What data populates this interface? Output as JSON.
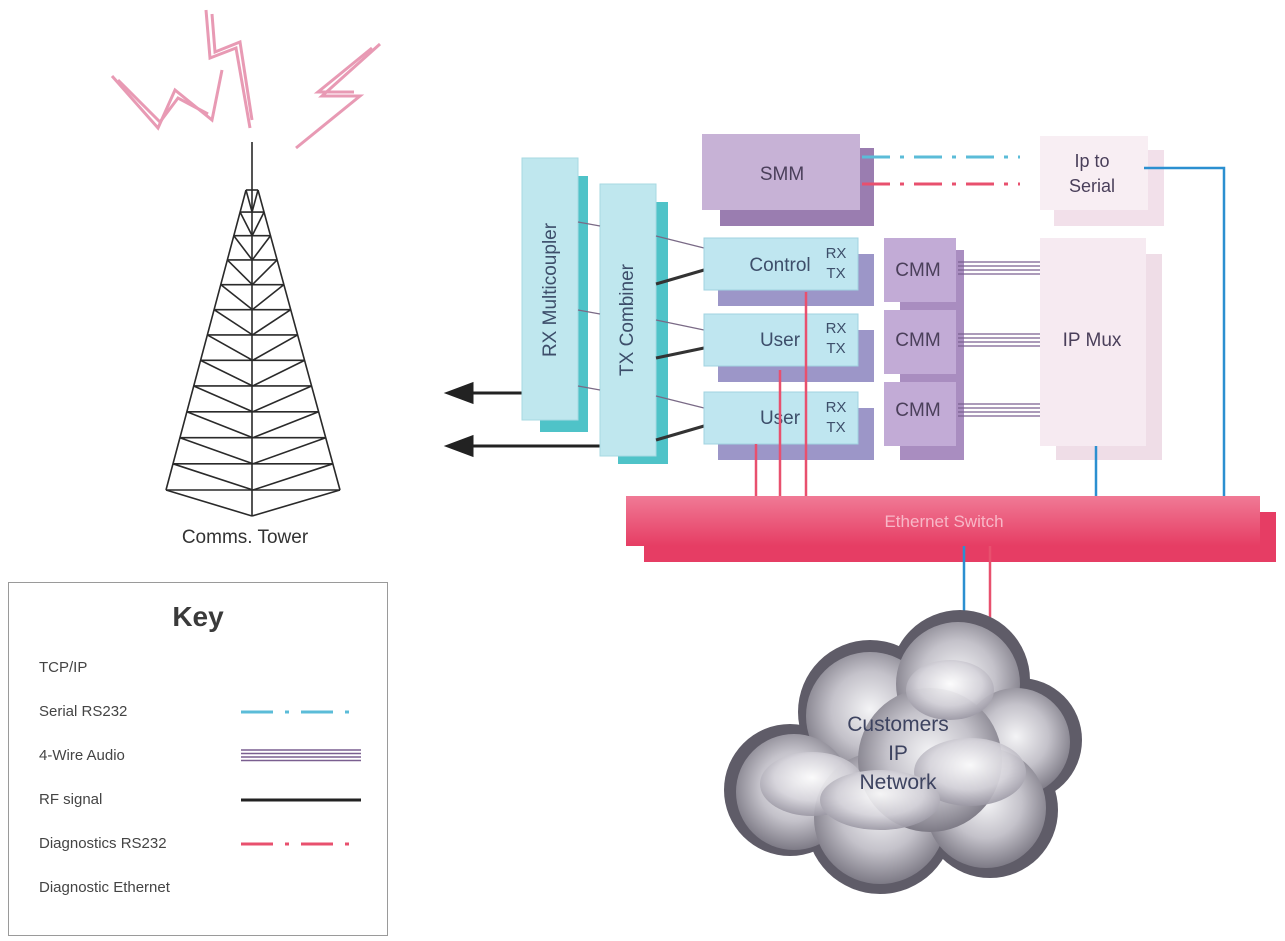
{
  "tower": {
    "label": "Comms. Tower"
  },
  "rack": {
    "rx_multicoupler": "RX Multicoupler",
    "tx_combiner": "TX Combiner",
    "smm": "SMM",
    "ip_to_serial": [
      "Ip to",
      "Serial"
    ],
    "radios": [
      {
        "name": "Control",
        "rx": "RX",
        "tx": "TX"
      },
      {
        "name": "User",
        "rx": "RX",
        "tx": "TX"
      },
      {
        "name": "User",
        "rx": "RX",
        "tx": "TX"
      }
    ],
    "cmm": [
      "CMM",
      "CMM",
      "CMM"
    ],
    "ip_mux": "IP Mux",
    "ethernet_switch": "Ethernet Switch"
  },
  "cloud": {
    "lines": [
      "Customers",
      "IP",
      "Network"
    ]
  },
  "key": {
    "title": "Key",
    "items": [
      {
        "label": "TCP/IP",
        "style": "none"
      },
      {
        "label": "Serial RS232",
        "style": "dash-dot",
        "color": "#5bbcd8"
      },
      {
        "label": "4-Wire Audio",
        "style": "multi",
        "color": "#7a5f90"
      },
      {
        "label": "RF signal",
        "style": "solid",
        "color": "#222222"
      },
      {
        "label": "Diagnostics RS232",
        "style": "dash-dot",
        "color": "#e8506e"
      },
      {
        "label": "Diagnostic Ethernet",
        "style": "none"
      }
    ]
  },
  "colors": {
    "lightning": "#e89ab4",
    "tower": "#2a2a2a",
    "smm": "#b89ec8",
    "cyan_panel": "#bfe7ee",
    "cyan_shadow": "#4fc3c8",
    "radio_back": "#9c96c8",
    "cmm": "#c2abd6",
    "ip_mux": "#f4e6ee",
    "switch": "#ea4f73",
    "serial_line": "#5bbcd8",
    "diag_line": "#e8506e",
    "ethernet_blue": "#2b8fd0",
    "cloud": "#8c8a94"
  }
}
